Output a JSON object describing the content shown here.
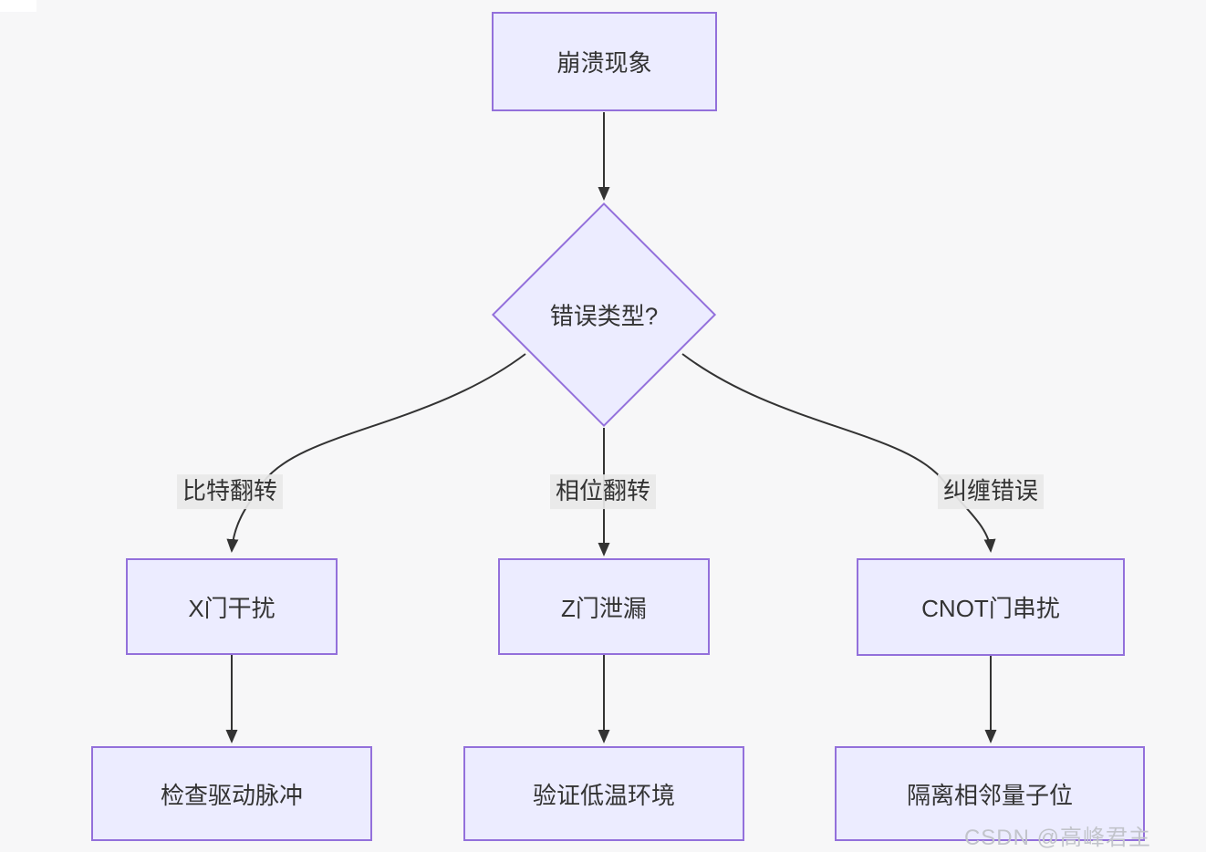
{
  "diagram": {
    "title_hint": "quantum error flowchart",
    "nodes": {
      "start": {
        "label": "崩溃现象",
        "shape": "rect"
      },
      "decision": {
        "label": "错误类型?",
        "shape": "diamond"
      },
      "x_gate": {
        "label": "X门干扰",
        "shape": "rect"
      },
      "z_gate": {
        "label": "Z门泄漏",
        "shape": "rect"
      },
      "cnot_gate": {
        "label": "CNOT门串扰",
        "shape": "rect"
      },
      "check_pulse": {
        "label": "检查驱动脉冲",
        "shape": "rect"
      },
      "verify_cryo": {
        "label": "验证低温环境",
        "shape": "rect"
      },
      "isolate_qubit": {
        "label": "隔离相邻量子位",
        "shape": "rect"
      }
    },
    "edge_labels": {
      "bit_flip": "比特翻转",
      "phase_flip": "相位翻转",
      "entangle_error": "纠缠错误"
    },
    "colors": {
      "node_fill": "#ececff",
      "node_border": "#9370db",
      "edge": "#333333",
      "label_bg": "#e8e8e8",
      "background": "#f7f7f8",
      "text": "#333333",
      "watermark": "#c2c4cb"
    },
    "watermark": "CSDN @高峰君主"
  }
}
